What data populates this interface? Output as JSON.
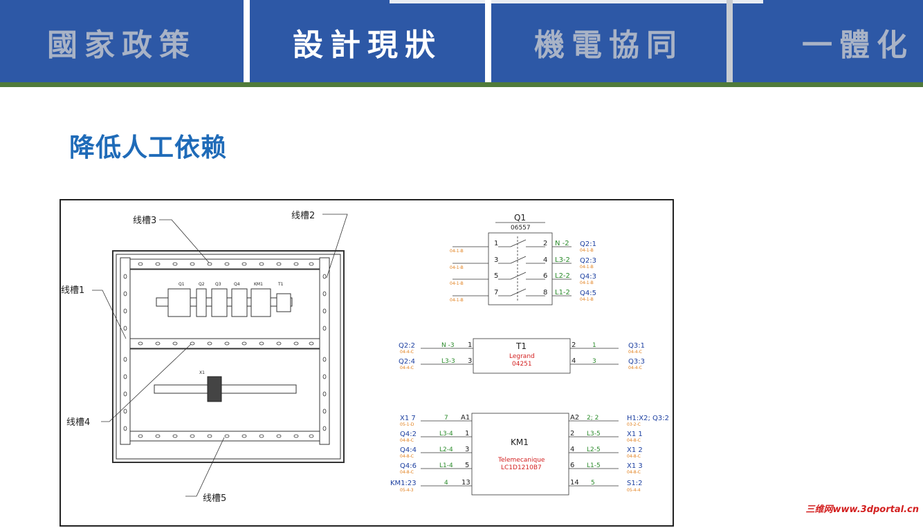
{
  "tabs": [
    {
      "label": "國家政策",
      "active": false
    },
    {
      "label": "設計現狀",
      "active": true
    },
    {
      "label": "機電協同",
      "active": false
    },
    {
      "label": "一體化"
    }
  ],
  "slide": {
    "title": "降低人工依赖"
  },
  "cabinet": {
    "callouts": [
      "线槽3",
      "线槽2",
      "线槽1",
      "线槽4",
      "线槽5"
    ],
    "devices": [
      "Q1",
      "Q2",
      "Q3",
      "Q4",
      "KM1",
      "T1"
    ],
    "terminal_label": "X1"
  },
  "q1": {
    "title": "Q1",
    "part": "06557",
    "left_pins": [
      "1",
      "3",
      "5",
      "7"
    ],
    "right_pins": [
      "2",
      "4",
      "6",
      "8"
    ],
    "wires": [
      "N -2",
      "L3-2",
      "L2-2",
      "L1-2"
    ],
    "targets": [
      "Q2:1",
      "Q2:3",
      "Q4:3",
      "Q4:5"
    ],
    "left_refs": [
      "04-1-B",
      "04-1-B",
      "04-1-B",
      "04-1-B"
    ],
    "right_refs": [
      "04-1-B",
      "04-1-B",
      "04-1-B",
      "04-1-B"
    ]
  },
  "t1": {
    "title": "T1",
    "maker": "Legrand",
    "part": "04251",
    "left_targets": [
      "Q2:2",
      "Q2:4"
    ],
    "left_refs": [
      "04-4-C",
      "04-4-C"
    ],
    "left_wires": [
      "N -3",
      "L3-3"
    ],
    "left_pins": [
      "1",
      "3"
    ],
    "right_pins": [
      "2",
      "4"
    ],
    "right_wires": [
      "1",
      "3"
    ],
    "right_targets": [
      "Q3:1",
      "Q3:3"
    ],
    "right_refs": [
      "04-4-C",
      "04-4-C"
    ]
  },
  "km1": {
    "title": "KM1",
    "maker": "Telemecanique",
    "part": "LC1D1210B7",
    "left_targets": [
      "X1 7",
      "Q4:2",
      "Q4:4",
      "Q4:6",
      "KM1:23"
    ],
    "left_refs": [
      "05-1-D",
      "04-8-C",
      "04-8-C",
      "04-8-C",
      "05-4-3"
    ],
    "left_wires": [
      "7",
      "L3-4",
      "L2-4",
      "L1-4",
      "4"
    ],
    "left_pins": [
      "A1",
      "1",
      "3",
      "5",
      "13"
    ],
    "right_pins": [
      "A2",
      "2",
      "4",
      "6",
      "14"
    ],
    "right_wires": [
      "2; 2",
      "L3-5",
      "L2-5",
      "L1-5",
      "5"
    ],
    "right_targets": [
      "H1:X2; Q3:2",
      "X1 1",
      "X1 2",
      "X1 3",
      "S1:2"
    ],
    "right_refs": [
      "03-2-C",
      "04-8-C",
      "04-8-C",
      "04-8-C",
      "05-4-4"
    ]
  },
  "watermark": "三维网www.3dportal.cn",
  "colors": {
    "tabbar": "#2d58a6",
    "title": "#1f6bb8",
    "green_line": "#4f7a3a",
    "wire_green": "#2a8a2a",
    "ref_orange": "#e07b14",
    "target_blue": "#1c3fa0",
    "maker_red": "#d32020"
  }
}
